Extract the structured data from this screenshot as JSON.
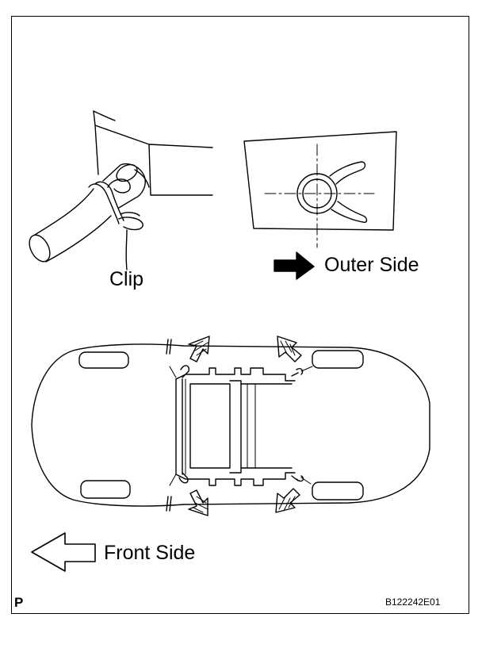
{
  "labels": {
    "clip": "Clip",
    "outer_side": "Outer Side",
    "front_side": "Front Side",
    "page_mark": "P",
    "figure_code": "B122242E01"
  },
  "colors": {
    "line": "#000000",
    "background": "#ffffff"
  }
}
